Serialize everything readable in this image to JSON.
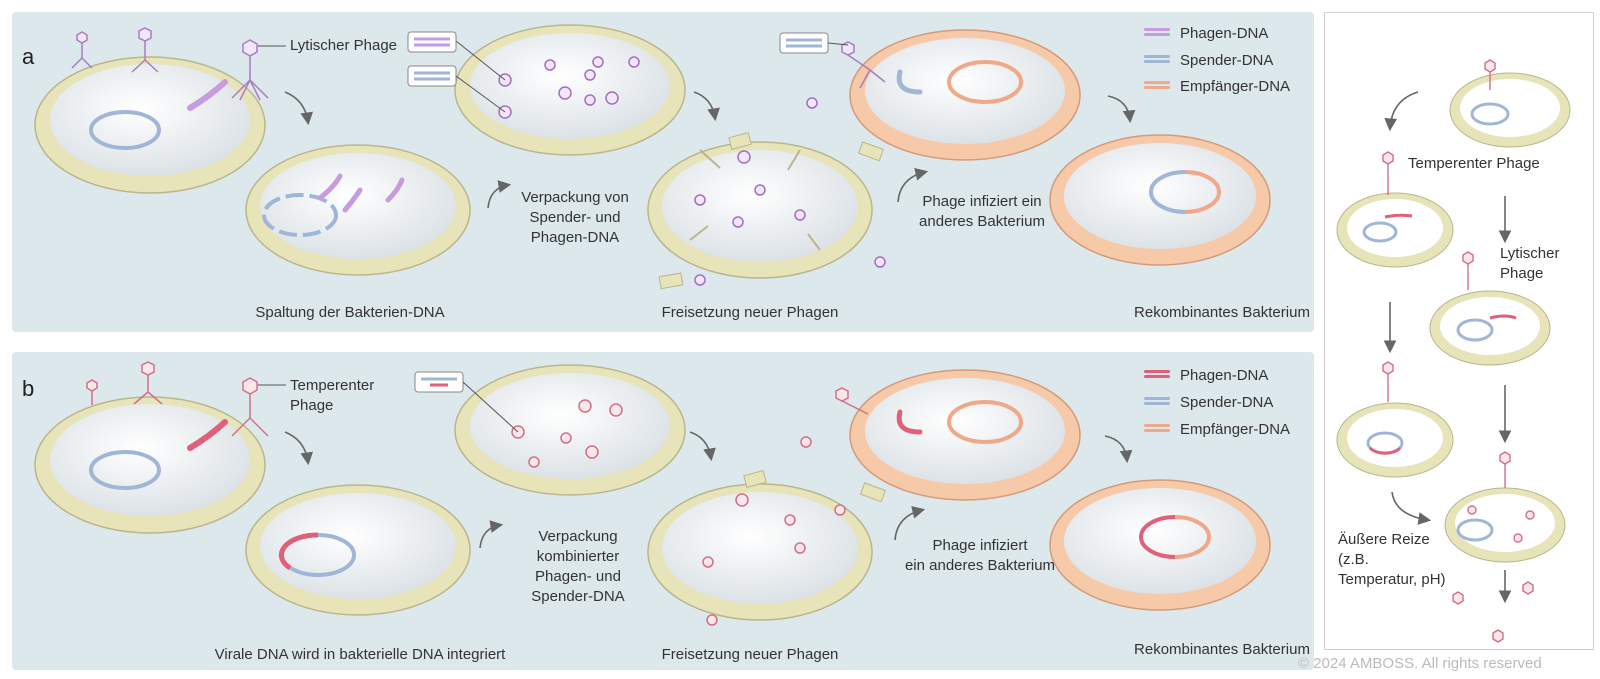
{
  "panel_a": {
    "letter": "a",
    "label_lytic_phage": "Lytischer Phage",
    "label_packaging": [
      "Verpackung von",
      "Spender- und",
      "Phagen-DNA"
    ],
    "label_infects": [
      "Phage infiziert ein",
      "anderes Bakterium"
    ],
    "caption_cleavage": "Spaltung der Bakterien-DNA",
    "caption_release": "Freisetzung neuer Phagen",
    "caption_recombinant": "Rekombinantes Bakterium",
    "legend": [
      "Phagen-DNA",
      "Spender-DNA",
      "Empfänger-DNA"
    ]
  },
  "panel_b": {
    "letter": "b",
    "label_temperate_phage": [
      "Temperenter",
      "Phage"
    ],
    "label_packaging": [
      "Verpackung",
      "kombinierter",
      "Phagen- und",
      "Spender-DNA"
    ],
    "label_infects": [
      "Phage infiziert",
      "ein anderes Bakterium"
    ],
    "caption_integration": "Virale DNA wird in bakterielle DNA integriert",
    "caption_release": "Freisetzung neuer Phagen",
    "caption_recombinant": "Rekombinantes Bakterium",
    "legend": [
      "Phagen-DNA",
      "Spender-DNA",
      "Empfänger-DNA"
    ]
  },
  "side_panel": {
    "label_temperate": "Temperenter Phage",
    "label_lytic": [
      "Lytischer",
      "Phage"
    ],
    "label_stimuli": [
      "Äußere Reize",
      "(z.B.",
      "Temperatur, pH)"
    ]
  },
  "colors": {
    "phage_dna_a": "#c79be0",
    "phage_dna_b": "#e0607a",
    "donor_dna": "#9fb6d6",
    "recipient_dna": "#f0a888",
    "cell_wall": "#e6e4b8",
    "recipient_wall": "#f6c9a8",
    "panel_bg": "#dde8ec"
  },
  "copyright": "© 2024 AMBOSS. All rights reserved"
}
